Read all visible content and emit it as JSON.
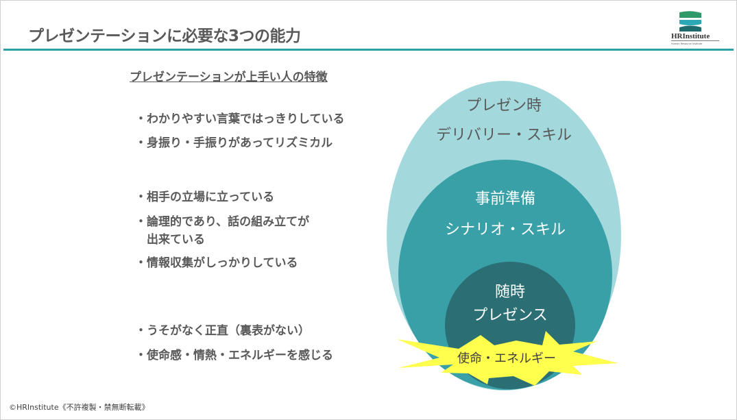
{
  "title": "プレゼンテーションに必要な3つの能力",
  "logo": {
    "name": "HRInstitute",
    "sub": "Human Resource Institute"
  },
  "subheading": "プレゼンテーションが上手い人の特徴",
  "items": [
    "・わかりやすい言葉ではっきりしている",
    "・身振り・手振りがあってリズミカル",
    "・相手の立場に立っている",
    "・論理的であり、話の組み立てが",
    "　出来ている",
    "・情報収集がしっかりしている",
    "・うそがなく正直（裏表がない）",
    "・使命感・情熱・エネルギーを感じる"
  ],
  "diagram": {
    "outer": {
      "line1": "プレゼン時",
      "line2": "デリバリー・スキル"
    },
    "middle": {
      "line1": "事前準備",
      "line2": "シナリオ・スキル"
    },
    "inner": {
      "line1": "随時",
      "line2": "プレゼンス"
    },
    "burst": "使命・エネルギー",
    "colors": {
      "outer": "#a3d9dd",
      "middle": "#39a0a8",
      "inner": "#2b6f74",
      "burst": "#ffff4d"
    }
  },
  "footer": "©HRInstitute《不許複製・禁無断転載》"
}
